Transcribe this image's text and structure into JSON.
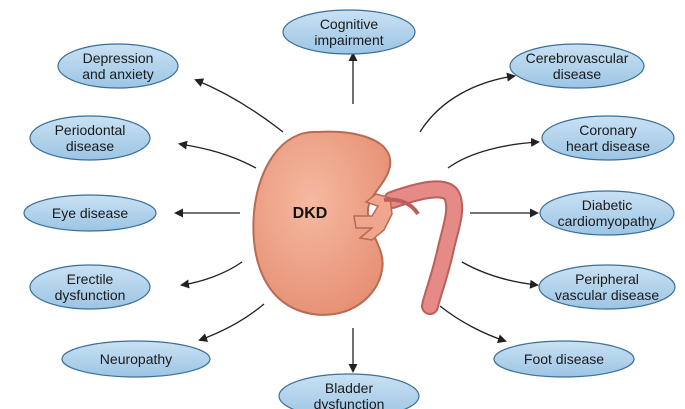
{
  "diagram": {
    "center": {
      "label": "DKD"
    },
    "nodes": [
      {
        "id": "cognitive",
        "lines": [
          "Cognitive",
          "impairment"
        ]
      },
      {
        "id": "depression",
        "lines": [
          "Depression",
          "and anxiety"
        ]
      },
      {
        "id": "cerebrovascular",
        "lines": [
          "Cerebrovascular",
          "disease"
        ]
      },
      {
        "id": "periodontal",
        "lines": [
          "Periodontal",
          "disease"
        ]
      },
      {
        "id": "coronary",
        "lines": [
          "Coronary",
          "heart disease"
        ]
      },
      {
        "id": "eye",
        "lines": [
          "Eye disease"
        ]
      },
      {
        "id": "cardiomyopathy",
        "lines": [
          "Diabetic",
          "cardiomyopathy"
        ]
      },
      {
        "id": "erectile",
        "lines": [
          "Erectile",
          "dysfunction"
        ]
      },
      {
        "id": "peripheral",
        "lines": [
          "Peripheral",
          "vascular disease"
        ]
      },
      {
        "id": "neuropathy",
        "lines": [
          "Neuropathy"
        ]
      },
      {
        "id": "foot",
        "lines": [
          "Foot disease"
        ]
      },
      {
        "id": "bladder",
        "lines": [
          "Bladder",
          "dysfunction"
        ]
      }
    ],
    "colors": {
      "ellipse_fill": "#a9cde8",
      "ellipse_stroke": "#3a6f99",
      "kidney_fill": "#ef9e82",
      "kidney_stroke": "#b86a52",
      "vessel_fill": "#e58a86",
      "arrow": "#222222"
    }
  }
}
